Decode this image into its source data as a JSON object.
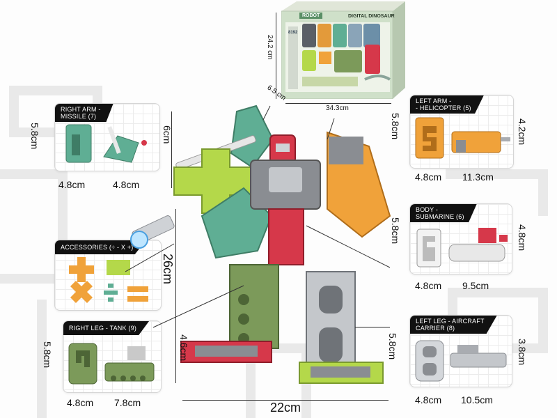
{
  "box": {
    "brand": "ROBOT",
    "subtitle": "DIGITAL DINOSAUR",
    "model": "8192",
    "height": "24.2 cm",
    "depth": "6.5 cm",
    "width": "34.3cm"
  },
  "panels": {
    "right_arm": {
      "title": "RIGHT ARM -",
      "subtitle": "MISSILE",
      "number": "7",
      "height": "5.8cm",
      "width_a": "4.8cm",
      "width_b": "4.8cm"
    },
    "left_arm": {
      "title": "LEFT ARM -",
      "subtitle": "HELICOPTER",
      "number": "5",
      "height": "5.8cm",
      "height_b": "4.2cm",
      "width_a": "4.8cm",
      "width_b": "11.3cm"
    },
    "accessories": {
      "title": "ACCESSORIES",
      "symbols": "÷ - x +"
    },
    "body": {
      "title": "BODY -",
      "subtitle": "SUBMARINE",
      "number": "6",
      "height": "5.8cm",
      "height_b": "4.8cm",
      "width_a": "4.8cm",
      "width_b": "9.5cm"
    },
    "right_leg": {
      "title": "RIGHT LEG - TANK",
      "number": "9",
      "height": "5.8cm",
      "width_a": "4.8cm",
      "width_b": "7.8cm"
    },
    "left_leg": {
      "title": "LEFT LEG - AIRCRAFT",
      "subtitle": "CARRIER",
      "number": "8",
      "height": "5.8cm",
      "height_b": "3.8cm",
      "width_a": "4.8cm",
      "width_b": "10.5cm"
    }
  },
  "robot": {
    "arm_height": "6cm",
    "total_height": "26cm",
    "leg_height": "4.6cm",
    "total_width": "22cm"
  },
  "colors": {
    "teal": "#5fae94",
    "lime": "#b4d84a",
    "orange": "#f0a23a",
    "red": "#d6384a",
    "olive": "#7c9a5a",
    "grey": "#a9acb1",
    "slate": "#6f7378"
  }
}
